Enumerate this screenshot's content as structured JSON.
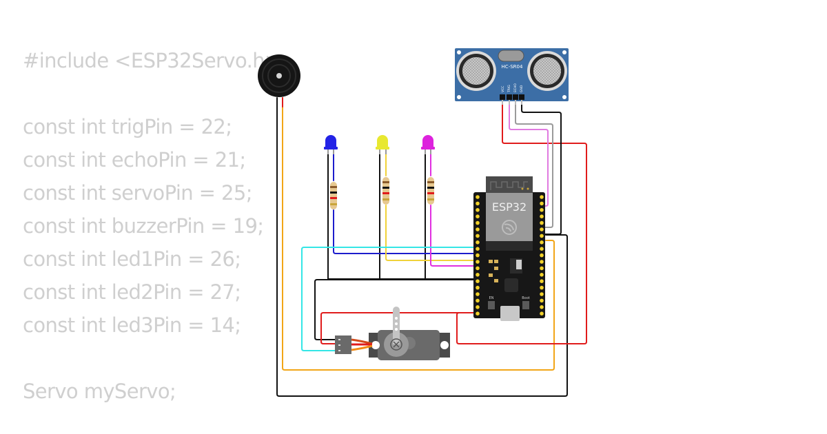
{
  "code": {
    "lines": [
      "#include <ESP32Servo.h>",
      "",
      "const int trigPin = 22;",
      "const int echoPin = 21;",
      "const int servoPin = 25;",
      "const int buzzerPin = 19;",
      "const int led1Pin = 26;",
      "const int led2Pin = 27;",
      "const int led3Pin = 14;",
      "",
      "Servo myServo;"
    ]
  },
  "components": {
    "sensor": {
      "label": "HC-SR04",
      "pins": [
        "VCC",
        "TRIG",
        "ECHO",
        "GND"
      ]
    },
    "mcu": {
      "label": "ESP32",
      "btn_en": "EN",
      "btn_boot": "Boot"
    },
    "leds": [
      {
        "name": "blue",
        "color": "#2323e6"
      },
      {
        "name": "yellow",
        "color": "#e8e830"
      },
      {
        "name": "magenta",
        "color": "#dd22dd"
      }
    ],
    "buzzer": {
      "name": "buzzer"
    },
    "servo": {
      "name": "servo"
    }
  },
  "wire_colors": {
    "black": "#111111",
    "red": "#e01b1b",
    "orange": "#f2a516",
    "cyan": "#33e6e6",
    "blue": "#1c1ccc",
    "yellow": "#f0d23a",
    "magenta": "#e02ee0",
    "violet": "#e07ae0",
    "gray": "#9a9a9a"
  }
}
